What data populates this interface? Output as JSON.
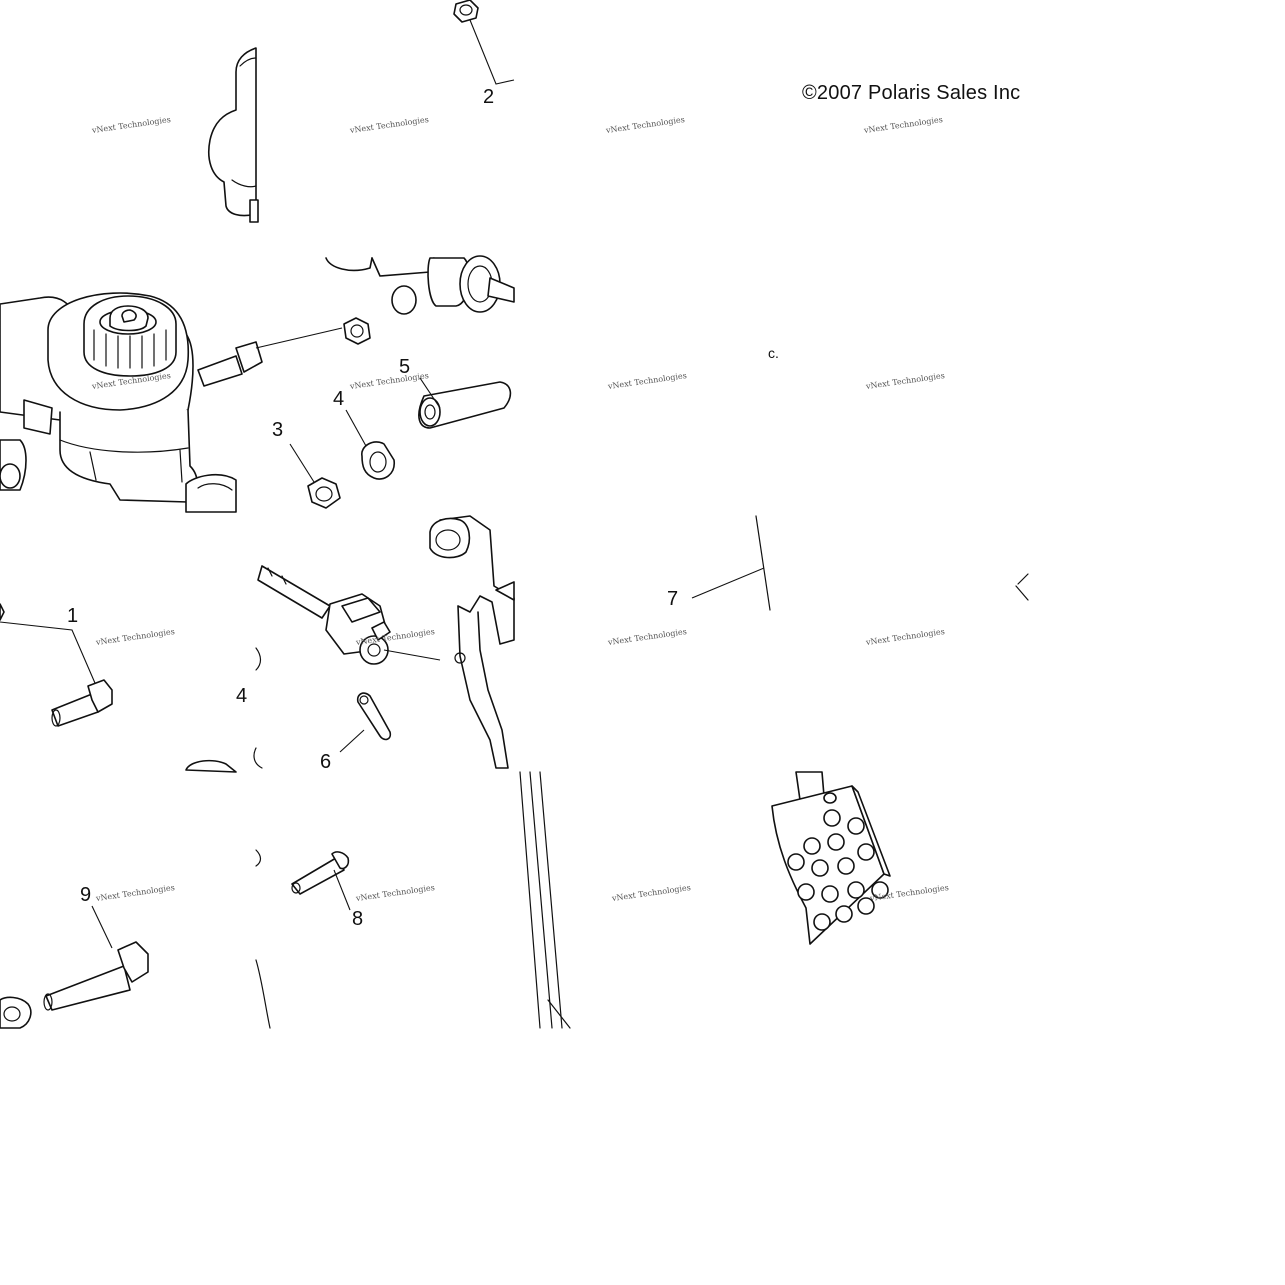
{
  "copyright": "©2007 Polaris Sales Inc",
  "watermark": "vNext Technologies",
  "callouts": [
    {
      "id": "2",
      "label": "2"
    },
    {
      "id": "5",
      "label": "5"
    },
    {
      "id": "4a",
      "label": "4"
    },
    {
      "id": "3",
      "label": "3"
    },
    {
      "id": "1",
      "label": "1"
    },
    {
      "id": "7",
      "label": "7"
    },
    {
      "id": "4b",
      "label": "4"
    },
    {
      "id": "6",
      "label": "6"
    },
    {
      "id": "9",
      "label": "9"
    },
    {
      "id": "8",
      "label": "8"
    }
  ],
  "fragment_text": "c."
}
